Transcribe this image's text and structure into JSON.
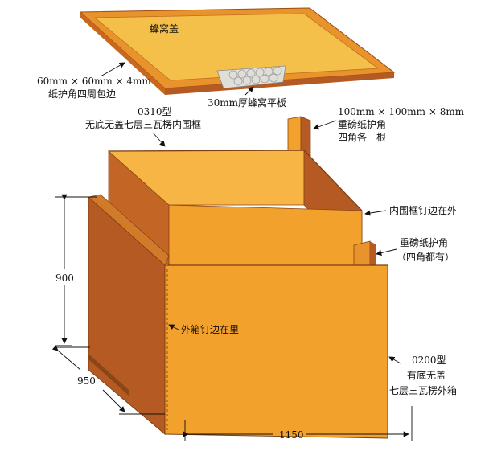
{
  "diagram": {
    "lid_label": "蜂窝盖",
    "lid_corner_label": [
      "60mm × 60mm × 4mm",
      "纸护角四周包边"
    ],
    "honeycomb_label": "30mm厚蜂窝平板",
    "inner_frame_label": [
      "0310型",
      "无底无盖七层三瓦楞内围框"
    ],
    "corner_post_label": [
      "100mm × 100mm × 8mm",
      "重磅纸护角",
      "四角各一根"
    ],
    "inner_nail_label": "内围框钉边在外",
    "heavy_corner_label": [
      "重磅纸护角",
      "（四角都有）"
    ],
    "outer_nail_label": "外箱钉边在里",
    "outer_box_label": [
      "0200型",
      "有底无盖",
      "七层三瓦楞外箱"
    ],
    "dim_height": "900",
    "dim_depth": "950",
    "dim_width": "1150",
    "colors": {
      "front_face": "#f2a12c",
      "side_face": "#b55a22",
      "inner_face": "#f6b545",
      "lid_surface": "#f5c04a",
      "lid_edge": "#e8932b"
    }
  }
}
